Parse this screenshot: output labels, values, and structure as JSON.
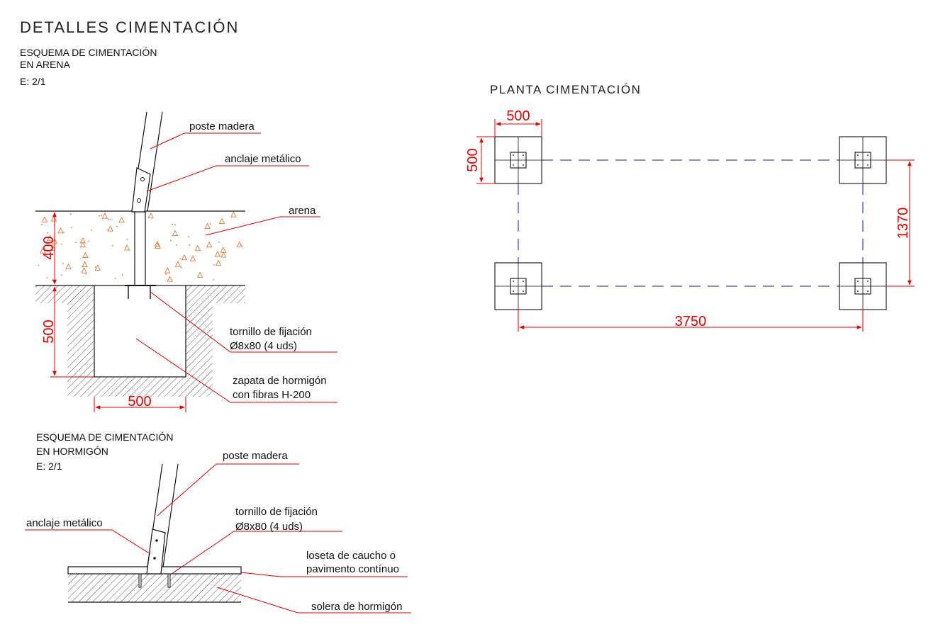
{
  "header": {
    "title": "DETALLES CIMENTACIÓN"
  },
  "sand_section": {
    "title_line1": "ESQUEMA DE CIMENTACIÓN",
    "title_line2": "EN ARENA",
    "scale": "E: 2/1",
    "labels": {
      "post": "poste madera",
      "anchor": "anclaje metálico",
      "sand": "arena",
      "bolt_line1": "tornillo de fijación",
      "bolt_line2": "Ø8x80 (4 uds)",
      "footing_line1": "zapata de hormigón",
      "footing_line2": "con fibras H-200"
    },
    "dimensions": {
      "sand_depth": "400",
      "footing_depth": "500",
      "footing_width": "500"
    }
  },
  "concrete_section": {
    "title_line1": "ESQUEMA DE CIMENTACIÓN",
    "title_line2": "EN HORMIGÓN",
    "scale": "E: 2/1",
    "labels": {
      "post": "poste madera",
      "anchor": "anclaje metálico",
      "bolt_line1": "tornillo de fijación",
      "bolt_line2": "Ø8x80 (4 uds)",
      "tile_line1": "loseta de caucho o",
      "tile_line2": "pavimento contínuo",
      "slab": "solera de hormigón"
    }
  },
  "plan": {
    "title": "PLANTA CIMENTACIÓN",
    "dimensions": {
      "footing_width": "500",
      "footing_height": "500",
      "span_vertical": "1370",
      "span_horizontal": "3750"
    }
  },
  "colors": {
    "dimension": "#e00000",
    "leader": "#d40000",
    "centerline": "#1a1aa0",
    "sand_dots": "#e07a3a",
    "line": "#111111"
  }
}
